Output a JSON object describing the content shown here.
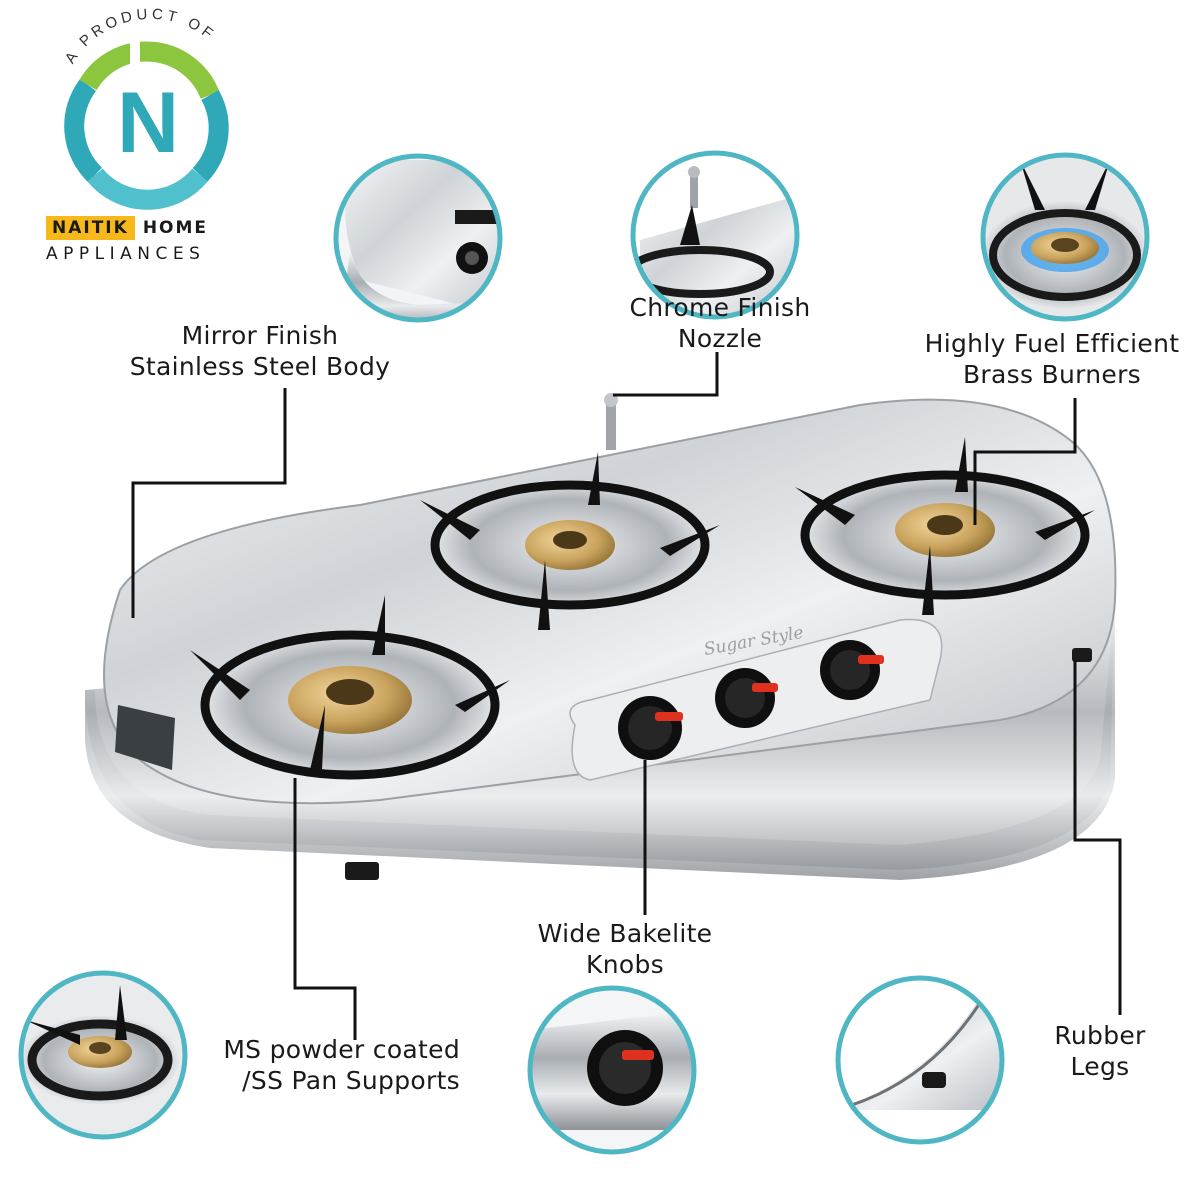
{
  "logo": {
    "arc_text": "A PRODUCT OF",
    "letter": "N",
    "brand_highlight": "NAITIK",
    "brand_rest": "HOME",
    "brand_sub": "APPLIANCES"
  },
  "features": {
    "mirror_body": {
      "line1": "Mirror Finish",
      "line2": "Stainless Steel Body"
    },
    "nozzle": {
      "line1": "Chrome Finish",
      "line2": "Nozzle"
    },
    "burners": {
      "line1": "Highly Fuel Efficient",
      "line2": "Brass Burners"
    },
    "knobs": {
      "line1": "Wide Bakelite",
      "line2": "Knobs"
    },
    "pan_supports": {
      "line1": "MS powder coated",
      "line2": "/SS Pan Supports"
    },
    "legs": {
      "line1": "Rubber",
      "line2": "Legs"
    }
  },
  "product_mark": "Sugar Style",
  "colors": {
    "callout_ring": "#4fb6c4",
    "logo_green": "#8cc63f",
    "logo_teal": "#2fa8b7",
    "brand_yellow": "#f6b81a",
    "brass": "#c9a35d",
    "steel": "#d9dde1"
  }
}
